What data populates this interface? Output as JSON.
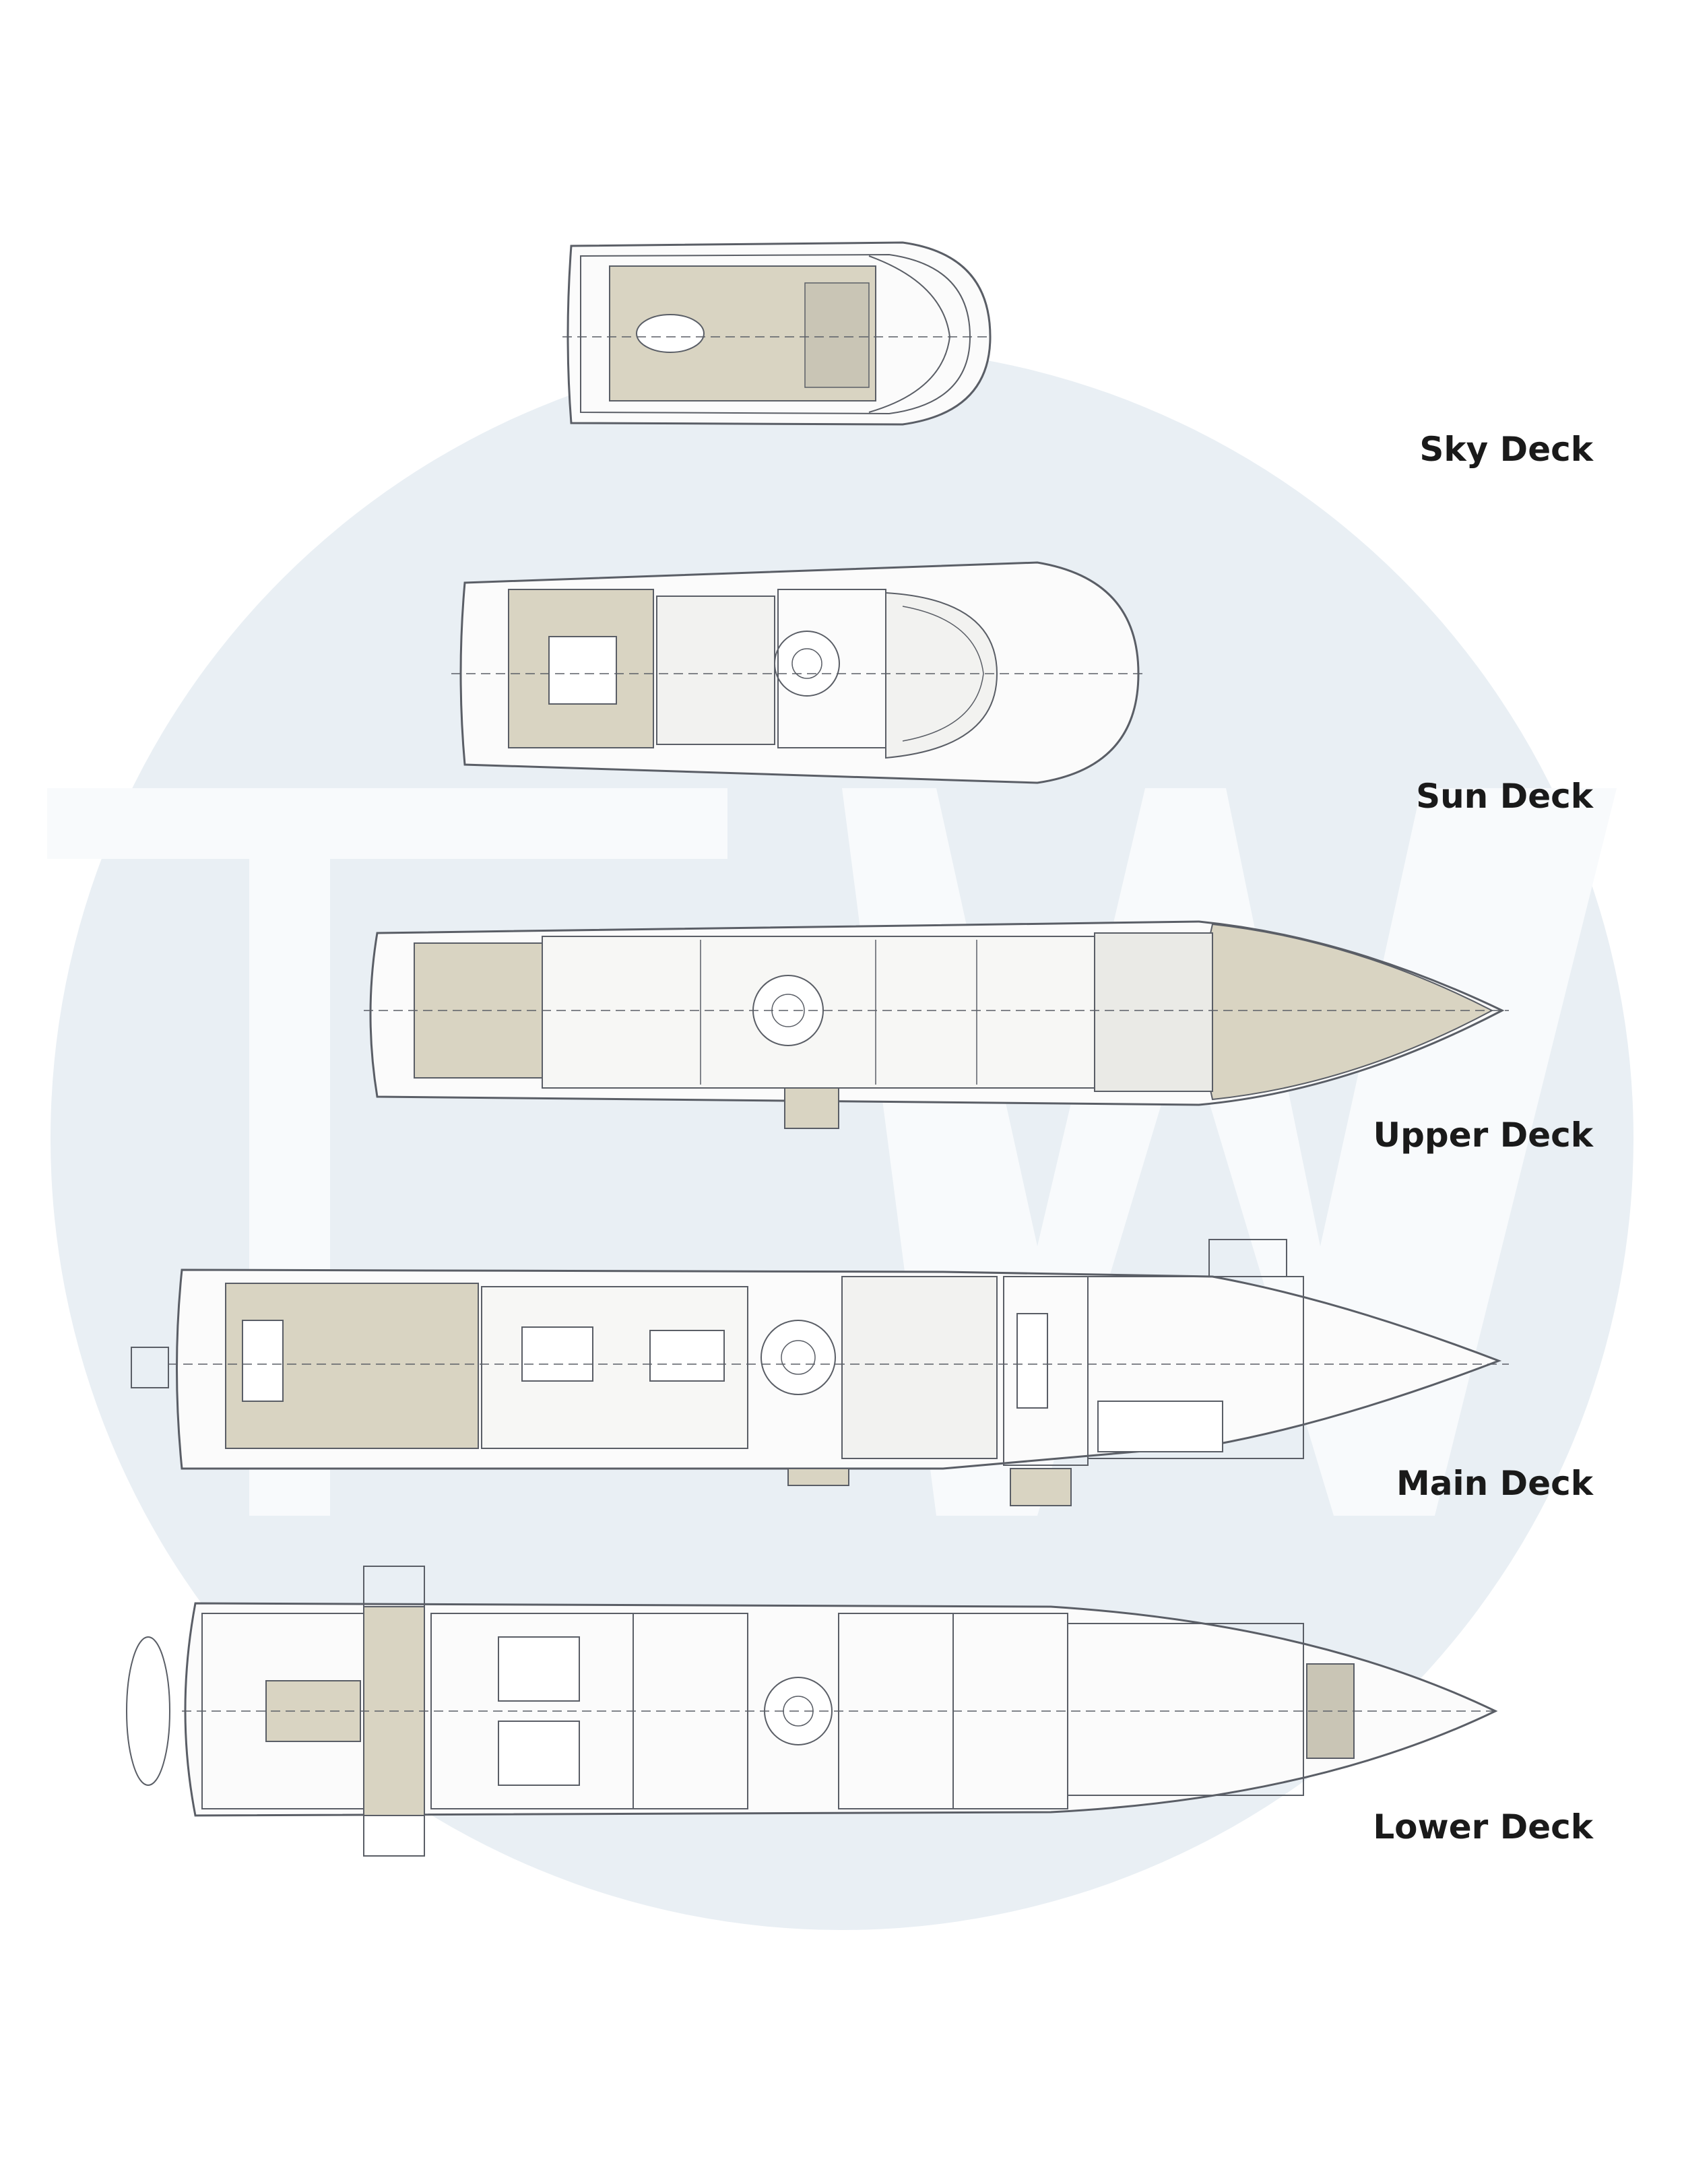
{
  "watermark": {
    "letters": "TW",
    "circle_color": "#e9eff4",
    "letters_color": "#f8fafc"
  },
  "colors": {
    "hull_stroke": "#5a5e66",
    "teak_deck": "#d9d4c2",
    "interior_line": "#7a7f88"
  },
  "decks": [
    {
      "id": "sky",
      "label": "Sky Deck"
    },
    {
      "id": "sun",
      "label": "Sun Deck"
    },
    {
      "id": "upper",
      "label": "Upper Deck"
    },
    {
      "id": "main",
      "label": "Main Deck"
    },
    {
      "id": "lower",
      "label": "Lower Deck"
    }
  ]
}
